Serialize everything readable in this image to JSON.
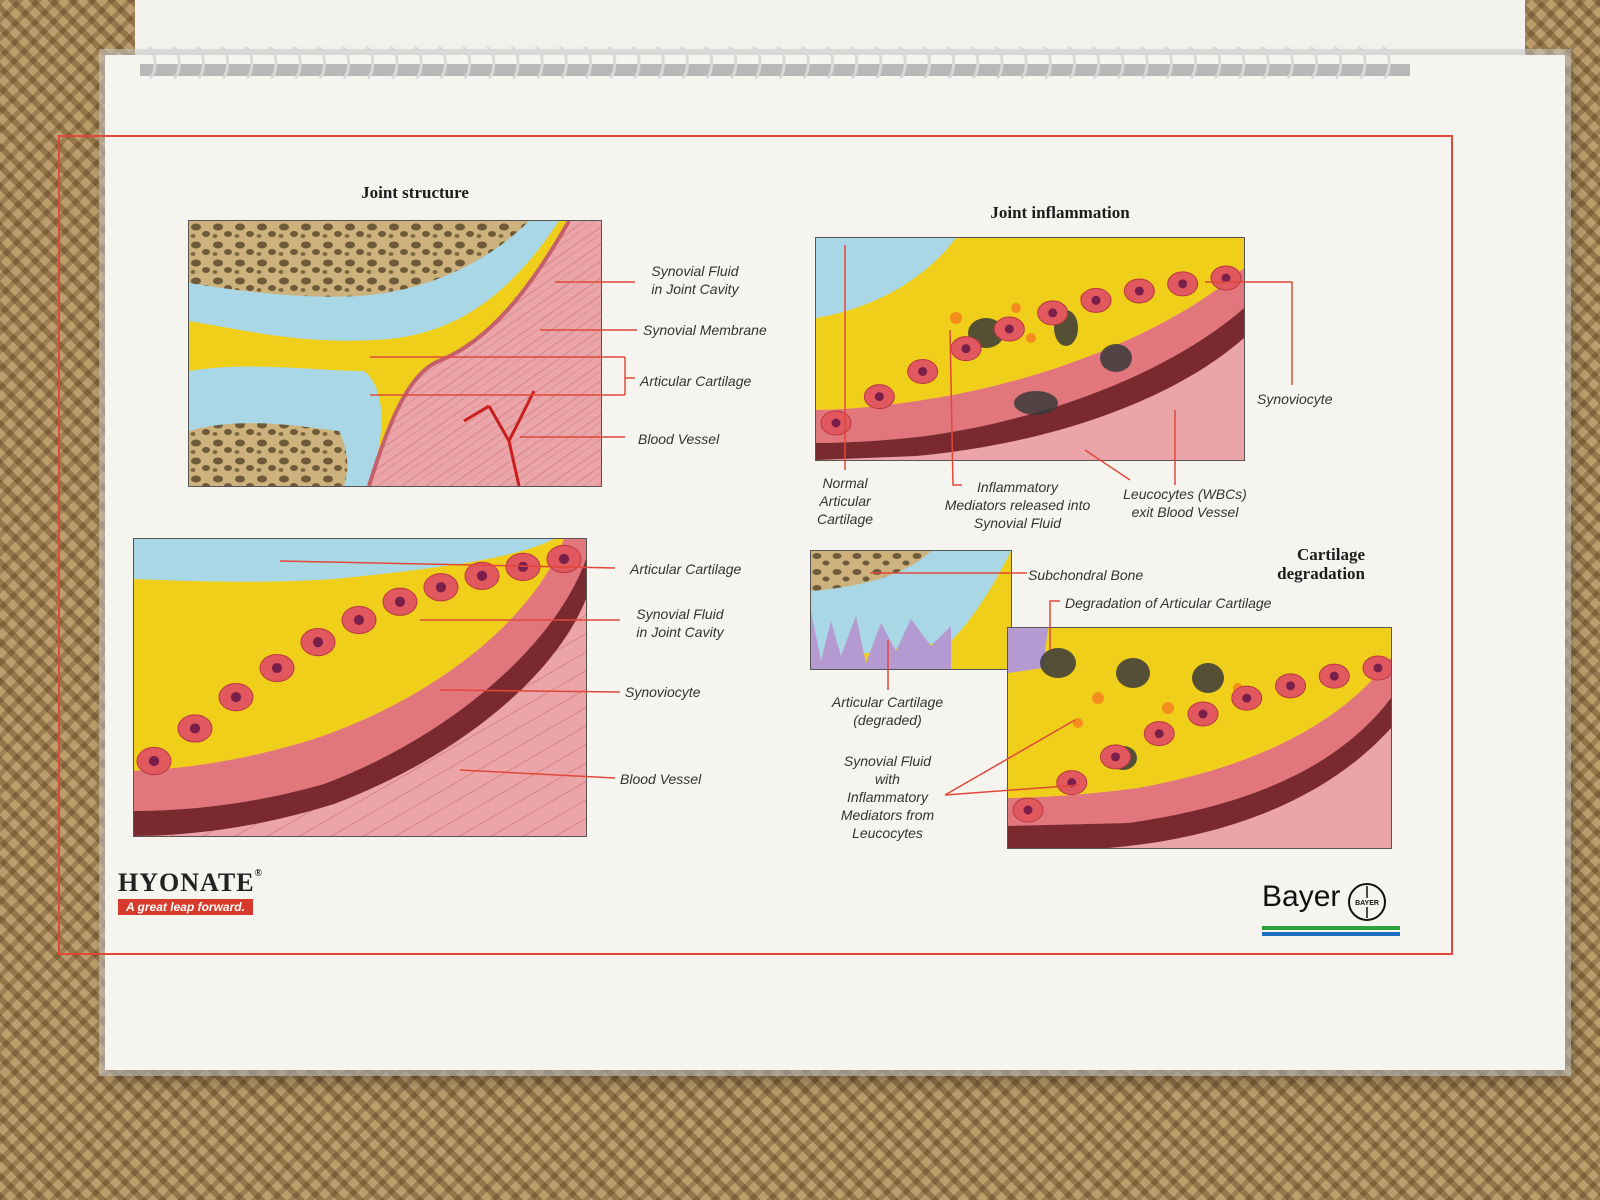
{
  "panels": {
    "joint_structure": {
      "title": "Joint structure",
      "labels": [
        "Synovial Fluid",
        "in Joint Cavity",
        "Synovial Membrane",
        "Articular Cartilage",
        "Blood Vessel"
      ]
    },
    "joint_inflammation": {
      "title": "Joint inflammation",
      "labels": {
        "synoviocyte": "Synoviocyte",
        "normal_cartilage": [
          "Normal",
          "Articular",
          "Cartilage"
        ],
        "mediators": [
          "Inflammatory",
          "Mediators released into",
          "Synovial Fluid"
        ],
        "leucocytes": [
          "Leucocytes (WBCs)",
          "exit Blood Vessel"
        ]
      }
    },
    "detail": {
      "labels": {
        "articular_cartilage": "Articular Cartilage",
        "synovial_fluid": [
          "Synovial Fluid",
          "in Joint Cavity"
        ],
        "synoviocyte": "Synoviocyte",
        "blood_vessel": "Blood Vessel"
      }
    },
    "cartilage_degradation": {
      "title": [
        "Cartilage",
        "degradation"
      ],
      "labels": {
        "subchondral_bone": "Subchondral Bone",
        "degradation": "Degradation of Articular Cartilage",
        "degraded": [
          "Articular Cartilage",
          "(degraded)"
        ],
        "fluid_mediators": [
          "Synovial Fluid",
          "with",
          "Inflammatory",
          "Mediators from",
          "Leucocytes"
        ]
      }
    }
  },
  "branding": {
    "product": "HYONATE",
    "product_mark": "®",
    "tagline": "A great leap forward.",
    "company": "Bayer",
    "seal_text": "BAYER"
  },
  "colors": {
    "frame": "#e0483a",
    "leader": "#e0483a",
    "fluid": "#f0cf1a",
    "cartilage": "#a9d7e6",
    "bone": "#cdb27e",
    "membrane": "#eba4a7",
    "cell": "#e2585f",
    "rbc": "#e23030"
  }
}
